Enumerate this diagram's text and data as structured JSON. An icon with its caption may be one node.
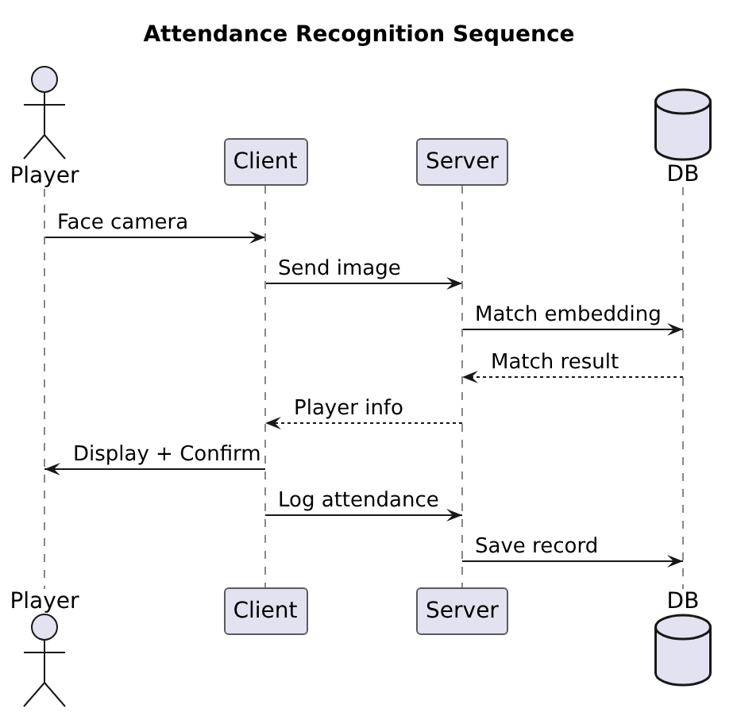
{
  "diagram": {
    "title": "Attendance Recognition Sequence",
    "nodes": [
      {
        "text": [
          "Player",
          "Player"
        ]
      },
      {
        "text": [
          "Client",
          "Client"
        ]
      },
      {
        "text": [
          "Server",
          "Server"
        ]
      },
      {
        "text": [
          "DB",
          "DB"
        ]
      }
    ],
    "edges": [
      {
        "from": 0,
        "to": 1,
        "label": "Face camera",
        "arrow": "to"
      },
      {
        "from": 1,
        "to": 2,
        "label": "Send image",
        "arrow": "to"
      },
      {
        "from": 2,
        "to": 3,
        "label": "Match embedding",
        "arrow": "to"
      },
      {
        "from": 3,
        "to": 2,
        "label": "Match result",
        "arrow": "to",
        "style": "dashed"
      },
      {
        "from": 2,
        "to": 1,
        "label": "Player info",
        "arrow": "to",
        "style": "dashed"
      },
      {
        "from": 1,
        "to": 0,
        "label": "Display + Confirm",
        "arrow": "to"
      },
      {
        "from": 1,
        "to": 2,
        "label": "Log attendance",
        "arrow": "to"
      },
      {
        "from": 2,
        "to": 3,
        "label": "Save record",
        "arrow": "to"
      }
    ]
  }
}
